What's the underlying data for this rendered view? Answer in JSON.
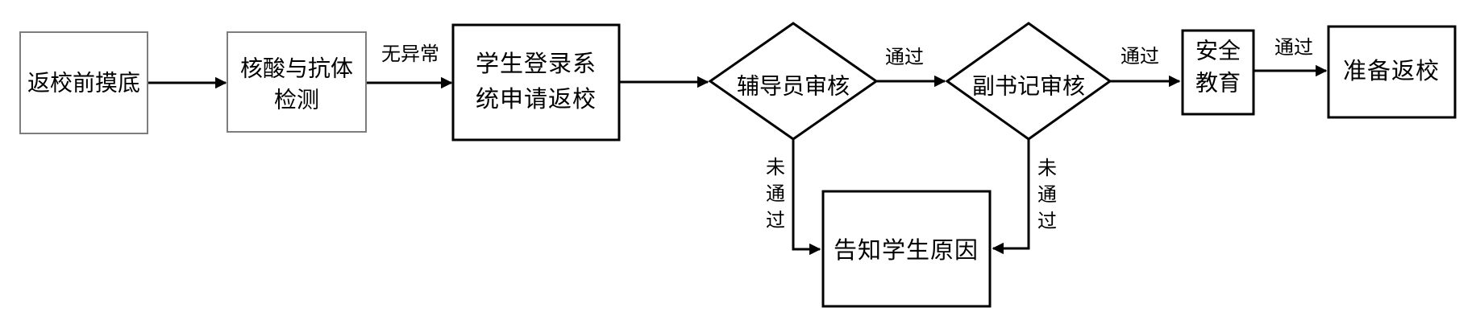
{
  "diagram": {
    "nodes": {
      "pre_survey": {
        "label": "返校前摸底"
      },
      "test": {
        "line1": "核酸与抗体",
        "line2": "检测"
      },
      "apply": {
        "line1": "学生登录系",
        "line2": "统申请返校"
      },
      "counselor": {
        "label": "辅导员审核"
      },
      "deputy": {
        "label": "副书记审核"
      },
      "safety": {
        "line1": "安全",
        "line2": "教育"
      },
      "prepare": {
        "label": "准备返校"
      },
      "inform": {
        "label": "告知学生原因"
      }
    },
    "edges": {
      "no_abnormal": {
        "label": "无异常"
      },
      "pass_counselor": {
        "label": "通过"
      },
      "pass_deputy": {
        "label": "通过"
      },
      "pass_safety": {
        "label": "通过"
      },
      "fail_counselor": {
        "label": "未通过"
      },
      "fail_deputy": {
        "label": "未通过"
      }
    },
    "colors": {
      "stroke": "#000000",
      "light_box_border": "#7d7d7d",
      "background": "#ffffff"
    }
  }
}
